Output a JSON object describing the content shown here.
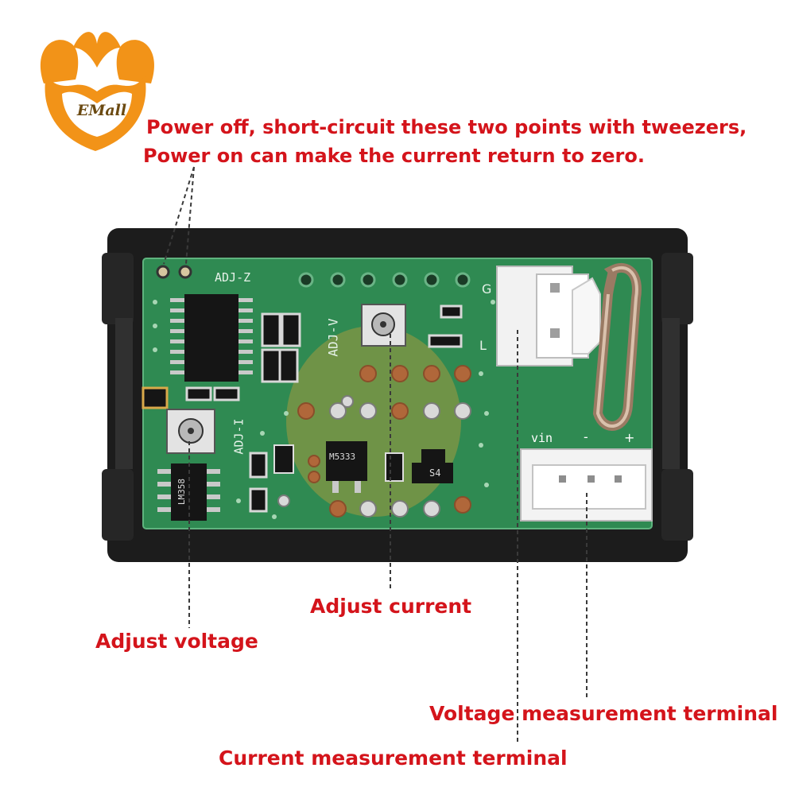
{
  "logo": {
    "text": "EMall",
    "primary_color": "#f29318"
  },
  "annotations": {
    "zero_reset_line1": "Power off, short-circuit these two points with tweezers,",
    "zero_reset_line2": "Power on can make the current return to zero.",
    "adjust_current": "Adjust current",
    "adjust_voltage": "Adjust voltage",
    "voltage_terminal": "Voltage measurement terminal",
    "current_terminal": "Current measurement terminal"
  },
  "board": {
    "silk_adj_z": "ADJ-Z",
    "silk_adj_v": "ADJ-V",
    "silk_adj_i": "ADJ-I",
    "silk_vin": "vin",
    "silk_minus": "-",
    "silk_plus": "+",
    "silk_l": "L",
    "silk_g": "G",
    "chip_lm358": "LM358",
    "chip_m5333": "M5333",
    "diode_s4": "S4"
  },
  "colors": {
    "annotation": "#d4141b",
    "pcb": "#2f8a52",
    "housing": "#1c1c1c"
  }
}
